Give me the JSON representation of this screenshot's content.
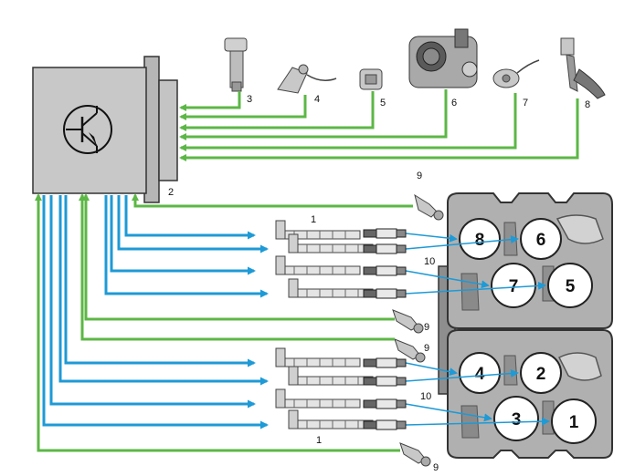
{
  "components": [
    {
      "id": "1",
      "label": "1",
      "name": "ignition-coil"
    },
    {
      "id": "2",
      "label": "2",
      "name": "engine-control-unit"
    },
    {
      "id": "3",
      "label": "3",
      "name": "air-mass-meter"
    },
    {
      "id": "4",
      "label": "4",
      "name": "engine-speed-sensor"
    },
    {
      "id": "5",
      "label": "5",
      "name": "coolant-temperature-sensor"
    },
    {
      "id": "6",
      "label": "6",
      "name": "throttle-body"
    },
    {
      "id": "7",
      "label": "7",
      "name": "knock-sensor"
    },
    {
      "id": "8",
      "label": "8",
      "name": "accelerator-pedal-module"
    },
    {
      "id": "9",
      "label": "9",
      "name": "camshaft-sensor"
    },
    {
      "id": "10",
      "label": "10",
      "name": "spark-plug"
    }
  ],
  "labels": {
    "ecu": "2",
    "coil_top": "1",
    "coil_bottom": "1",
    "plug_top": "10",
    "plug_bottom": "10",
    "cam_1": "9",
    "cam_2": "9",
    "cam_3": "9",
    "cam_4": "9"
  },
  "cylinders": [
    {
      "num": "8"
    },
    {
      "num": "6"
    },
    {
      "num": "7"
    },
    {
      "num": "5"
    },
    {
      "num": "4"
    },
    {
      "num": "2"
    },
    {
      "num": "3"
    },
    {
      "num": "1"
    }
  ],
  "colors": {
    "input_line": "#5cb746",
    "output_line": "#1e9ad6",
    "ecu_body": "#c8c8c8",
    "engine_block": "#b0b0b0"
  },
  "icons": {
    "ecu": "transistor-symbol-icon",
    "sensor": "sensor-icon",
    "coil": "ignition-coil-icon",
    "plug": "spark-plug-icon"
  }
}
